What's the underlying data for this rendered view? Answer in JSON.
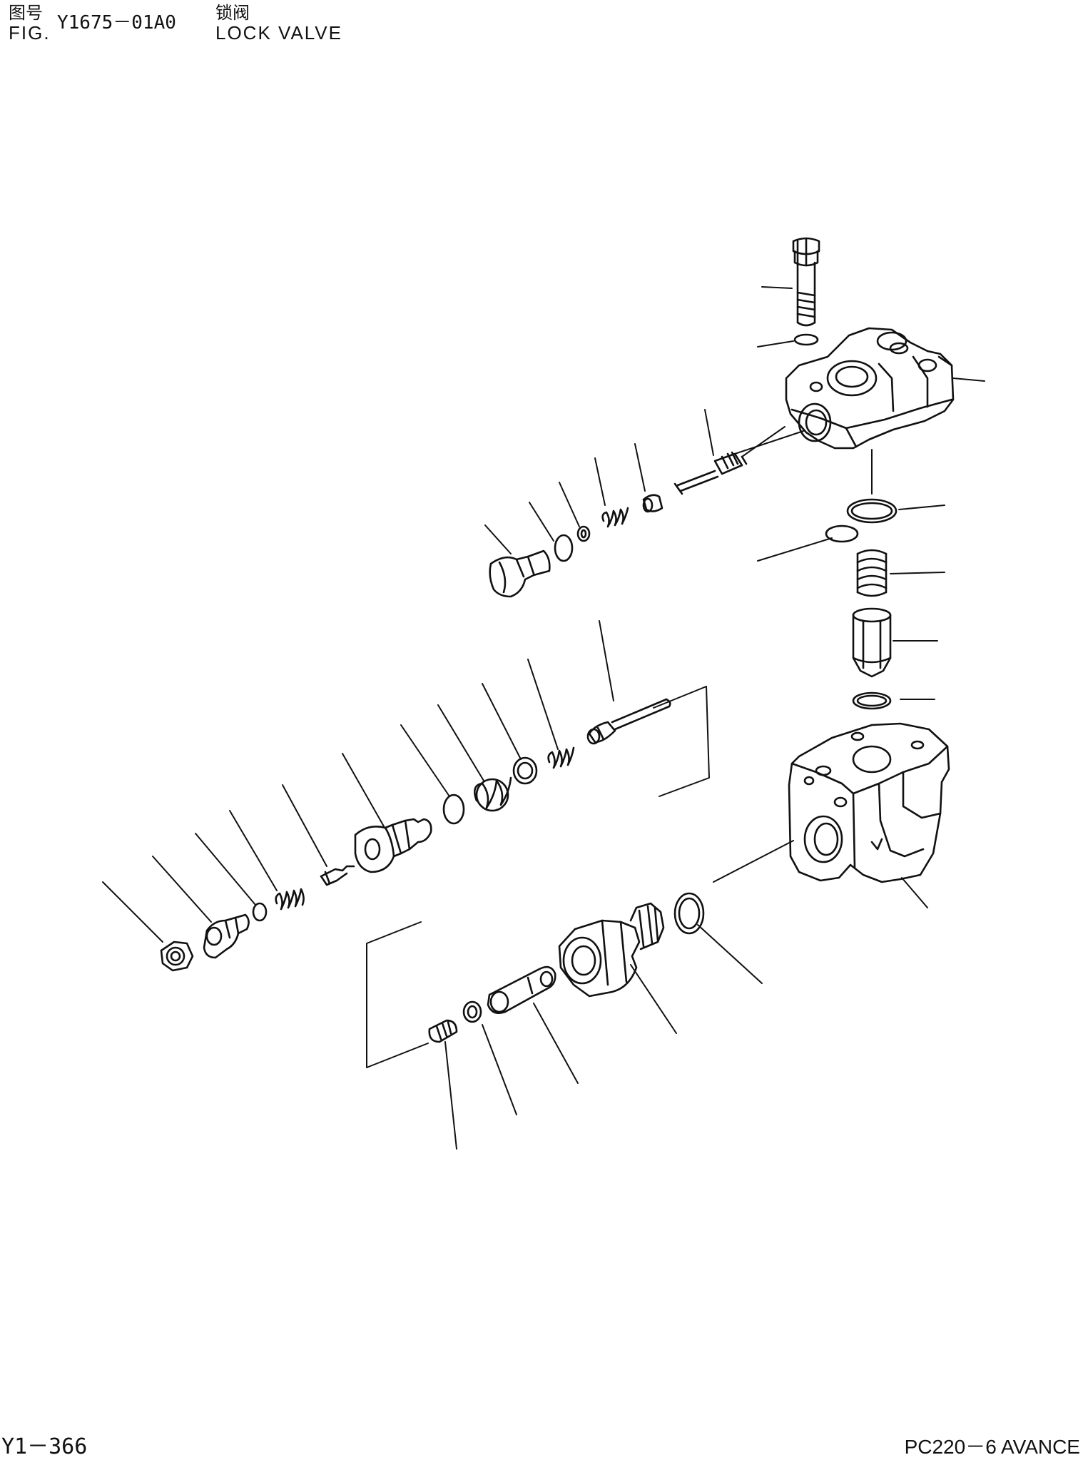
{
  "header": {
    "fig_label_cn": "图号",
    "fig_label_en": "FIG.",
    "fig_number": "Y1675－01A0",
    "title_cn": "锁阀",
    "title_en": "LOCK VALVE"
  },
  "footer": {
    "page_number": "Y1－366",
    "model": "PC220－6 AVANCE"
  },
  "colors": {
    "ink": "#111111",
    "paper": "#ffffff"
  }
}
